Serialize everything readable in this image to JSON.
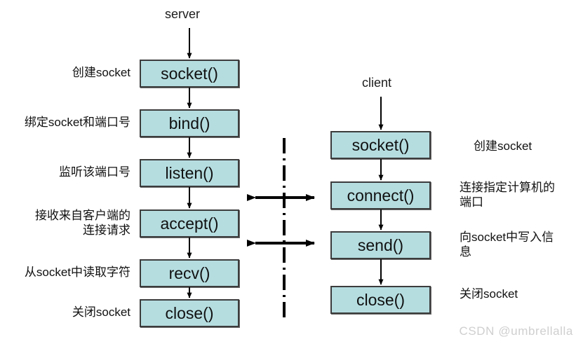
{
  "diagram": {
    "title_server": "server",
    "title_client": "client",
    "watermark": "CSDN @umbrellalla",
    "colors": {
      "node_fill": "#b5dde0",
      "node_border": "#3c3c3c",
      "arrow": "#000000",
      "watermark": "#cfcfcf"
    },
    "server": {
      "label": "server",
      "steps": [
        {
          "box": "socket()",
          "note": "创建socket"
        },
        {
          "box": "bind()",
          "note": "绑定socket和端口号"
        },
        {
          "box": "listen()",
          "note": "监听该端口号"
        },
        {
          "box": "accept()",
          "note": "接收来自客户端的\n连接请求"
        },
        {
          "box": "recv()",
          "note": "从socket中读取字符"
        },
        {
          "box": "close()",
          "note": "关闭socket"
        }
      ]
    },
    "client": {
      "label": "client",
      "steps": [
        {
          "box": "socket()",
          "note": "创建socket"
        },
        {
          "box": "connect()",
          "note": "连接指定计算机的\n端口"
        },
        {
          "box": "send()",
          "note": "向socket中写入信\n息"
        },
        {
          "box": "close()",
          "note": "关闭socket"
        }
      ]
    },
    "separator": {
      "style": "dash-dot-vertical"
    },
    "cross_links": [
      {
        "from": "client.connect()",
        "to": "server.accept()",
        "style": "bidirectional"
      },
      {
        "from": "client.send()",
        "to": "server.recv()",
        "style": "bidirectional"
      }
    ]
  }
}
